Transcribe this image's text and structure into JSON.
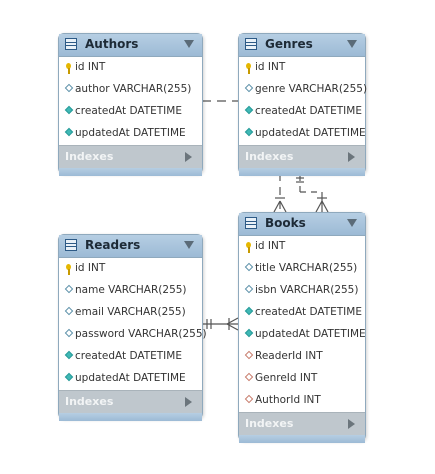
{
  "tables": {
    "authors": {
      "name": "Authors",
      "columns": [
        "id INT",
        "author VARCHAR(255)",
        "createdAt DATETIME",
        "updatedAt DATETIME"
      ],
      "indexes_label": "Indexes"
    },
    "genres": {
      "name": "Genres",
      "columns": [
        "id INT",
        "genre VARCHAR(255)",
        "createdAt DATETIME",
        "updatedAt DATETIME"
      ],
      "indexes_label": "Indexes"
    },
    "readers": {
      "name": "Readers",
      "columns": [
        "id INT",
        "name VARCHAR(255)",
        "email VARCHAR(255)",
        "password VARCHAR(255)",
        "createdAt DATETIME",
        "updatedAt DATETIME"
      ],
      "indexes_label": "Indexes"
    },
    "books": {
      "name": "Books",
      "columns": [
        "id INT",
        "title VARCHAR(255)",
        "isbn VARCHAR(255)",
        "createdAt DATETIME",
        "updatedAt DATETIME",
        "ReaderId INT",
        "GenreId INT",
        "AuthorId INT"
      ],
      "indexes_label": "Indexes"
    }
  },
  "colors": {
    "header": "#9cbad5",
    "border": "#8fa9bd",
    "primary_key": "#e5b700",
    "column_marker": "#3fb8b5",
    "foreign_key": "#c77a6a",
    "indexes_bar": "#bfc7cd"
  }
}
